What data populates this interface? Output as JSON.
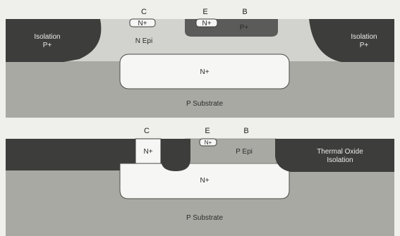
{
  "top_diagram": {
    "terminals": {
      "collector": "C",
      "emitter": "E",
      "base": "B"
    },
    "isolation_left": {
      "line1": "Isolation",
      "line2": "P+"
    },
    "isolation_right": {
      "line1": "Isolation",
      "line2": "P+"
    },
    "emitter_region": "N+",
    "collector_contact": "N+",
    "base_region": "P+",
    "epi_layer": "N Epi",
    "buried_layer": "N+",
    "substrate": "P Substrate"
  },
  "bottom_diagram": {
    "terminals": {
      "collector": "C",
      "emitter": "E",
      "base": "B"
    },
    "collector_region": "N+",
    "emitter_region": "N+",
    "epi_layer": "P Epi",
    "oxide": {
      "line1": "Thermal Oxide",
      "line2": "Isolation"
    },
    "buried_layer": "N+",
    "substrate": "P Substrate"
  },
  "colors": {
    "background": "#efefeb",
    "substrate": "#a9a9a4",
    "epi_light": "#d2d2ce",
    "isolation_dark": "#3d3d3b",
    "base_dark": "#5b5b59",
    "buried_white": "#f6f6f4"
  }
}
